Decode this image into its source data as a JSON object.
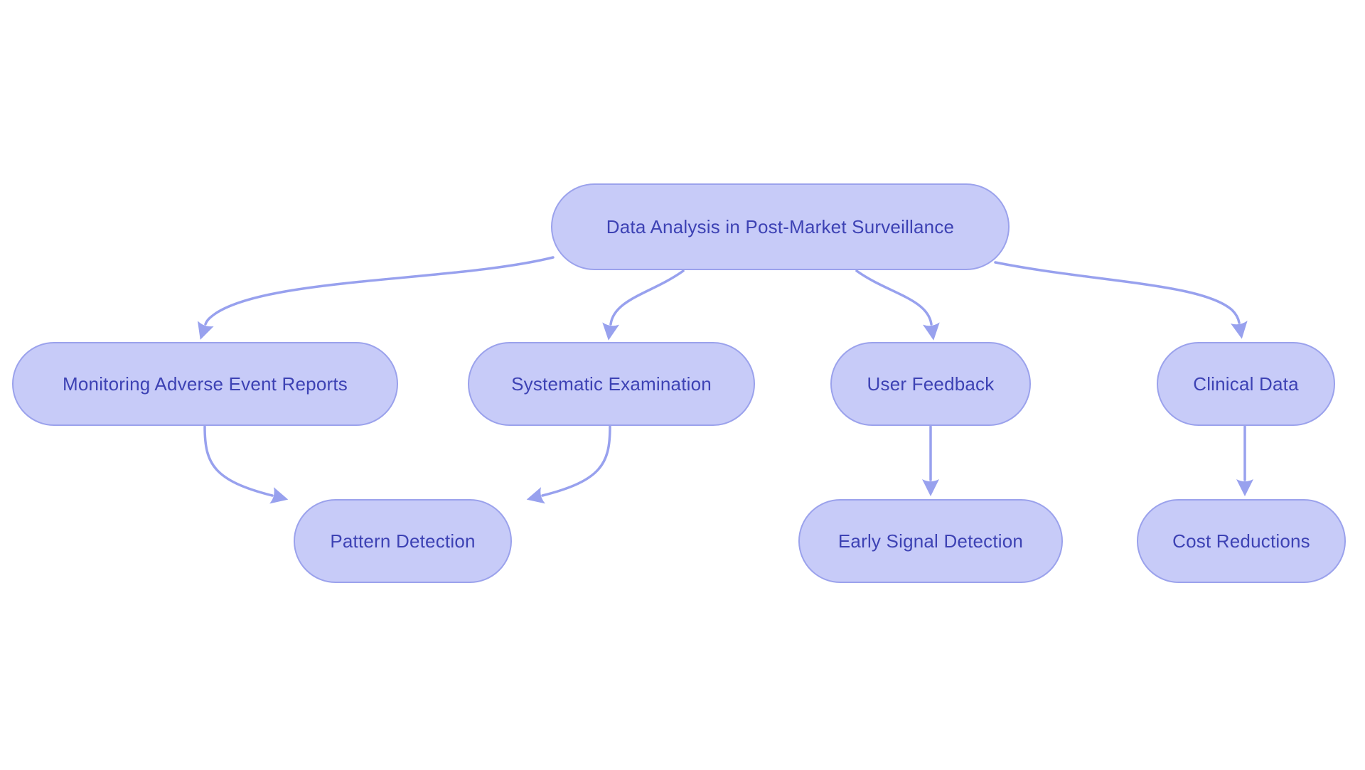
{
  "diagram": {
    "type": "flowchart",
    "direction": "top-down",
    "nodes": {
      "root": {
        "label": "Data Analysis in Post-Market Surveillance"
      },
      "monitoring": {
        "label": "Monitoring Adverse Event Reports"
      },
      "systematic": {
        "label": "Systematic Examination"
      },
      "feedback": {
        "label": "User Feedback"
      },
      "clinical": {
        "label": "Clinical Data"
      },
      "pattern": {
        "label": "Pattern Detection"
      },
      "signal": {
        "label": "Early Signal Detection"
      },
      "cost": {
        "label": "Cost Reductions"
      }
    },
    "edges": [
      {
        "from": "root",
        "to": "monitoring"
      },
      {
        "from": "root",
        "to": "systematic"
      },
      {
        "from": "root",
        "to": "feedback"
      },
      {
        "from": "root",
        "to": "clinical"
      },
      {
        "from": "monitoring",
        "to": "pattern"
      },
      {
        "from": "systematic",
        "to": "pattern"
      },
      {
        "from": "feedback",
        "to": "signal"
      },
      {
        "from": "clinical",
        "to": "cost"
      }
    ],
    "colors": {
      "background": "#ffffff",
      "node_fill": "#c7cbf8",
      "node_border": "#9ba2ec",
      "edge": "#98a1ee",
      "text": "#3d42b4"
    }
  }
}
